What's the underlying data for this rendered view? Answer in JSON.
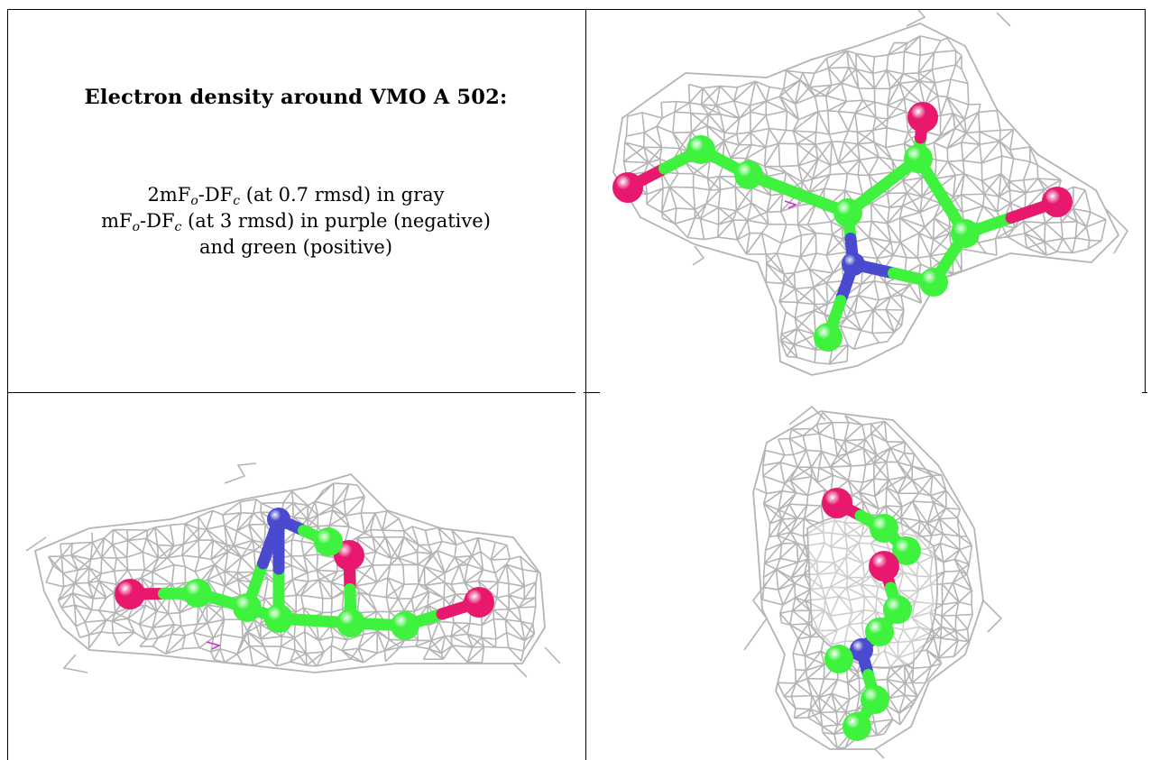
{
  "caption": {
    "title": "Electron density around VMO A 502:",
    "line1": {
      "pre": "2mF",
      "sub1": "o",
      "mid": "-DF",
      "sub2": "c",
      "post": " (at 0.7 rmsd) in gray"
    },
    "line2": {
      "pre": "mF",
      "sub1": "o",
      "mid": "-DF",
      "sub2": "c",
      "post": " (at 3 rmsd) in purple (negative)"
    },
    "line3": "and green (positive)"
  },
  "colors": {
    "mesh": "#b4b4b4",
    "carbon": "#3ef23e",
    "oxygen": "#e8186e",
    "nitrogen": "#4a4ad0",
    "negative_density": "#cc33cc"
  }
}
